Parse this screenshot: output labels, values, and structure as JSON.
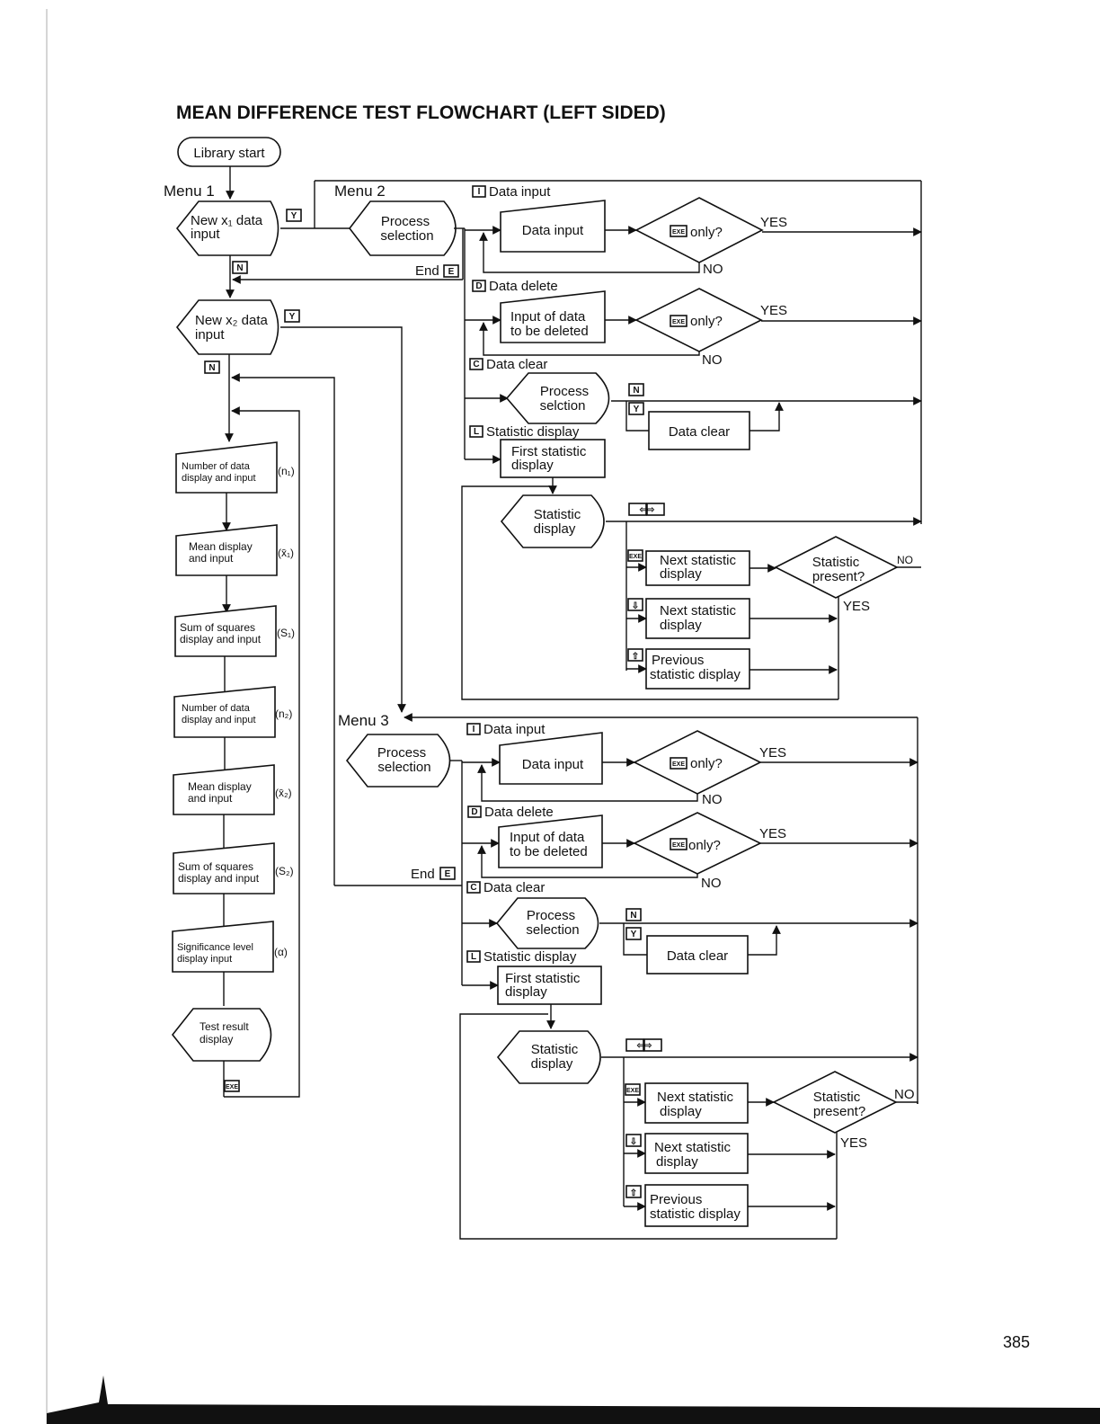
{
  "page": {
    "title": "MEAN DIFFERENCE TEST FLOWCHART (LEFT SIDED)",
    "page_number": "385"
  },
  "keys": {
    "Y": "Y",
    "N": "N",
    "E": "E",
    "I": "I",
    "D": "D",
    "C": "C",
    "L": "L",
    "exe": "EXE",
    "arrows_lr": "⇦⇨",
    "down": "⇩",
    "up": "⇧"
  },
  "left": {
    "start": "Library start",
    "menu1": "Menu 1",
    "x1_line1": "New x₁ data",
    "x1_line2": "input",
    "x2_line1": "New x₂ data",
    "x2_line2": "input",
    "n1_line1": "Number of data",
    "n1_line2": "display and input",
    "n1_sym": "(n₁)",
    "mean1_line1": "Mean display",
    "mean1_line2": "and input",
    "mean1_sym": "(x̄₁)",
    "sos1_line1": "Sum of squares",
    "sos1_line2": "display and input",
    "sos1_sym": "(S₁)",
    "n2_line1": "Number of data",
    "n2_line2": "display and input",
    "n2_sym": "(n₂)",
    "mean2_line1": "Mean display",
    "mean2_line2": "and input",
    "mean2_sym": "(x̄₂)",
    "sos2_line1": "Sum of squares",
    "sos2_line2": "display and input",
    "sos2_sym": "(S₂)",
    "sig_line1": "Significance  level",
    "sig_line2": "display input",
    "sig_sym": "(α)",
    "result_line1": "Test result",
    "result_line2": "display"
  },
  "menu2": {
    "label": "Menu 2",
    "process_line1": "Process",
    "process_line2": "selection",
    "end": "End",
    "data_input_opt": "Data input",
    "data_input_box": "Data input",
    "only": "only?",
    "yes1": "YES",
    "no1": "NO",
    "delete_opt": "Data delete",
    "delete_line1": "Input of data",
    "delete_line2": "to be deleted",
    "yes2": "YES",
    "no2": "NO",
    "clear_opt": "Data clear",
    "clear_proc_line1": "Process",
    "clear_proc_line2": "selction",
    "clear_box": "Data clear",
    "stat_opt": "Statistic display",
    "first_line1": "First statistic",
    "first_line2": "display",
    "stat_line1": "Statistic",
    "stat_line2": "display",
    "next1_line1": "Next statistic",
    "next1_line2": "display",
    "present_line1": "Statistic",
    "present_line2": "present?",
    "no3": "NO",
    "yes3": "YES",
    "next2_line1": "Next statistic",
    "next2_line2": "display",
    "prev_line1": "Previous",
    "prev_line2": "statistic display"
  },
  "menu3": {
    "label": "Menu 3",
    "process_line1": "Process",
    "process_line2": "selection",
    "end": "End",
    "data_input_opt": "Data input",
    "data_input_box": "Data input",
    "only": "only?",
    "yes1": "YES",
    "no1": "NO",
    "delete_opt": "Data delete",
    "delete_line1": "Input of data",
    "delete_line2": "to be deleted",
    "yes2": "YES",
    "no2": "NO",
    "clear_opt": "Data clear",
    "clear_proc_line1": "Process",
    "clear_proc_line2": "selection",
    "clear_box": "Data clear",
    "stat_opt": "Statistic display",
    "first_line1": "First statistic",
    "first_line2": "display",
    "stat_line1": "Statistic",
    "stat_line2": "display",
    "next1_line1": "Next statistic",
    "next1_line2": "display",
    "present_line1": "Statistic",
    "present_line2": "present?",
    "no3": "NO",
    "yes3": "YES",
    "next2_line1": "Next statistic",
    "next2_line2": "display",
    "prev_line1": "Previous",
    "prev_line2": "statistic display"
  }
}
